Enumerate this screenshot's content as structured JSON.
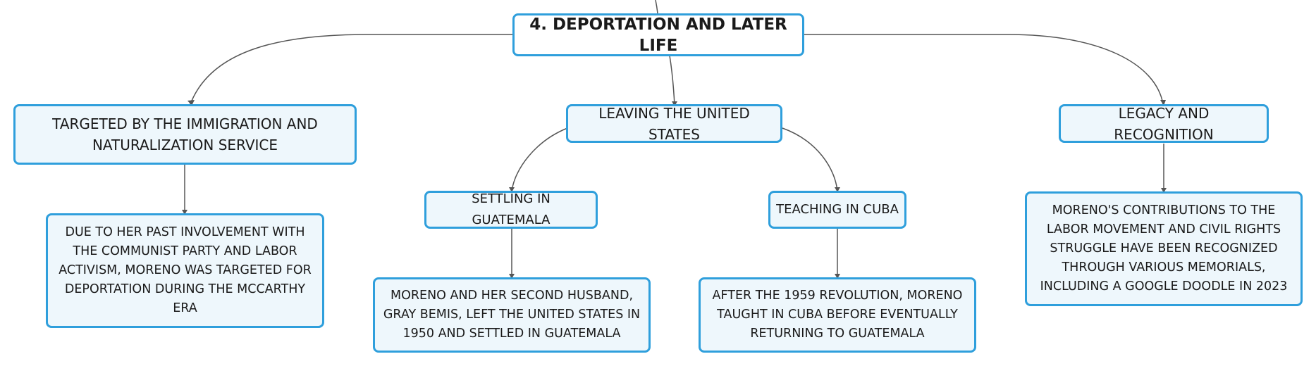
{
  "nodes": {
    "root": "4. DEPORTATION AND LATER LIFE",
    "targeted": "TARGETED BY THE IMMIGRATION AND NATURALIZATION SERVICE",
    "targeted_detail": "DUE TO HER PAST INVOLVEMENT WITH THE COMMUNIST PARTY AND LABOR ACTIVISM, MORENO WAS TARGETED FOR DEPORTATION DURING THE MCCARTHY ERA",
    "leaving": "LEAVING THE UNITED STATES",
    "guatemala": "SETTLING IN GUATEMALA",
    "guatemala_detail": "MORENO AND HER SECOND HUSBAND, GRAY BEMIS, LEFT THE UNITED STATES IN 1950 AND SETTLED IN GUATEMALA",
    "cuba": "TEACHING IN CUBA",
    "cuba_detail": "AFTER THE 1959 REVOLUTION, MORENO TAUGHT IN CUBA BEFORE EVENTUALLY RETURNING TO GUATEMALA",
    "legacy": "LEGACY AND RECOGNITION",
    "legacy_detail": "MORENO'S CONTRIBUTIONS TO THE LABOR MOVEMENT AND CIVIL RIGHTS STRUGGLE HAVE BEEN RECOGNIZED THROUGH VARIOUS MEMORIALS, INCLUDING A GOOGLE DOODLE IN 2023"
  },
  "colors": {
    "border": "#2f9fdc",
    "fill": "#eef7fc",
    "connector": "#555555"
  }
}
